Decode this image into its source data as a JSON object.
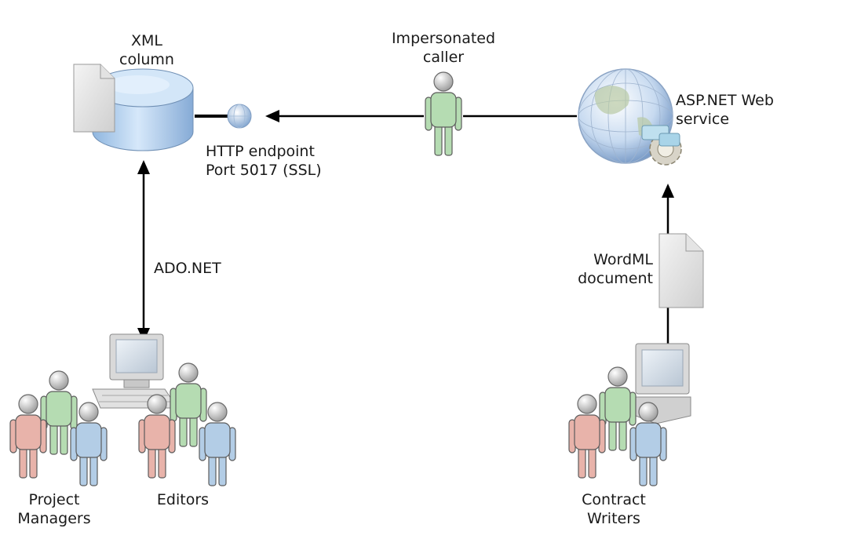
{
  "labels": {
    "xml_column": [
      "XML",
      "column"
    ],
    "http_endpoint": [
      "HTTP endpoint",
      "Port 5017 (SSL)"
    ],
    "impersonated_caller": [
      "Impersonated",
      "caller"
    ],
    "aspnet_service": [
      "ASP.NET Web",
      "service"
    ],
    "adonet": "ADO.NET",
    "wordml": [
      "WordML",
      "document"
    ],
    "project_managers": [
      "Project",
      "Managers"
    ],
    "editors": "Editors",
    "contract_writers": [
      "Contract",
      "Writers"
    ]
  },
  "colors": {
    "pink": "#e8b3aa",
    "green": "#b5dcb2",
    "blue": "#b3cde6",
    "db": "#bfd8f2",
    "arrow": "#000000"
  }
}
